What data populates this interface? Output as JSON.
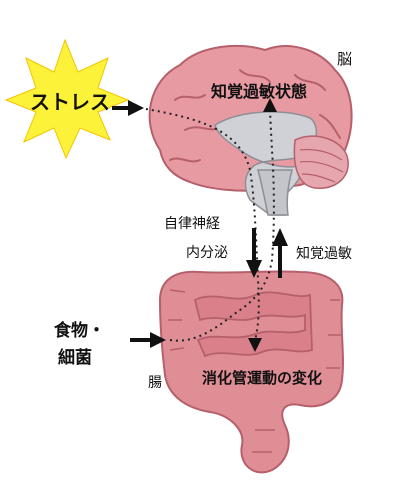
{
  "diagram": {
    "stress": "ストレス",
    "brain": "脳",
    "hypersensitivity_state": "知覚過敏状態",
    "autonomic_nerve": "自律神経",
    "endocrine": "内分泌",
    "hypersensitivity": "知覚過敏",
    "food": "食物・",
    "bacteria": "細菌",
    "intestine": "腸",
    "motility_change": "消化管運動の変化"
  },
  "colors": {
    "brain_fill": "#e89aa2",
    "brain_outline": "#b5606b",
    "intestine_fill": "#e08e96",
    "inner_brain": "#cfd1d6",
    "star_fill": "#fdf23a",
    "arrow": "#111111"
  }
}
